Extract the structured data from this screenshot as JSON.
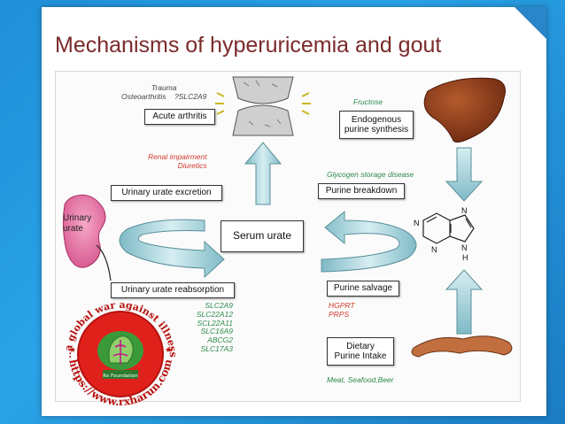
{
  "slide": {
    "title": "Mechanisms of hyperuricemia and gout"
  },
  "diagram": {
    "center": "Serum urate",
    "boxes": {
      "acute_arthritis": "Acute arthritis",
      "endogenous": [
        "Endogenous",
        "purine synthesis"
      ],
      "urinary_excretion": "Urinary urate excretion",
      "purine_breakdown": "Purine breakdown",
      "urinary_reabsorption": "Urinary urate reabsorption",
      "purine_salvage": "Purine salvage",
      "dietary": [
        "Dietary",
        "Purine Intake"
      ]
    },
    "notes": {
      "arthritis_causes": [
        "Trauma",
        "Osteoarthritis    ?SLC2A9"
      ],
      "excretion_causes": [
        "Renal impairment",
        "Diuretics"
      ],
      "fructose": "Fructose",
      "glycogen": "Glycogen storage disease",
      "transporters": [
        "SLC2A9",
        "SLC22A12",
        "SCL22A11",
        "SLC16A9",
        "ABCG2",
        "SLC17A3"
      ],
      "salvage_enzymes": [
        "HGPRT",
        "PRPS"
      ],
      "diet_sources": "Meat, Seafood,Beer"
    },
    "kidney_label": [
      "Urinary",
      "urate"
    ],
    "purine_atoms": [
      "N",
      "N",
      "N",
      "N",
      "H"
    ]
  },
  "colors": {
    "background": "#1f8fd8",
    "title": "#7b2a2a",
    "arrow_fill": "#a9d4dc",
    "note_red": "#d33a2b",
    "note_green": "#2d8a4b",
    "kidney": "#e66aa0",
    "liver": "#8b3a1c",
    "seal_red": "#e0201b",
    "seal_green": "#3a9a3a"
  },
  "watermark": {
    "arc_top": "...a global war against illness!",
    "arc_bottom": "https://www.rxharun.com",
    "center": "Rx Foundation"
  }
}
